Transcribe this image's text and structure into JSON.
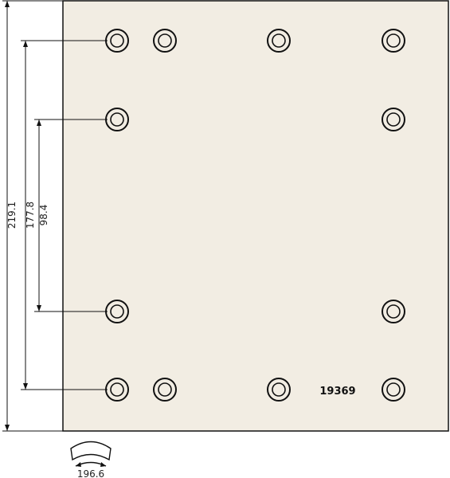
{
  "part_number": "19369",
  "dimensions": {
    "overall_height": "219.1",
    "outer_hole_spacing": "177.8",
    "inner_hole_spacing": "98.4",
    "arc_width": "196.6"
  },
  "colors": {
    "pad_fill": "#f2ede3",
    "line": "#111111"
  },
  "icons": {
    "arc": "curved-pad-profile-icon"
  }
}
